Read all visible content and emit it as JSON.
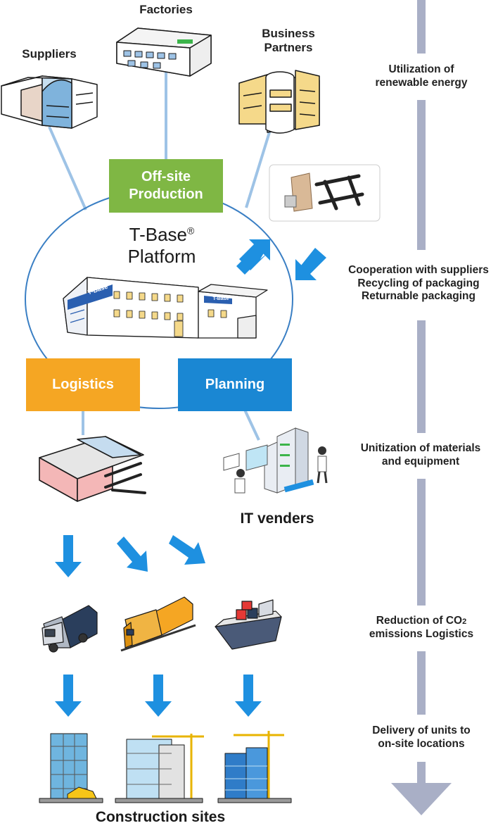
{
  "nodes": {
    "factories": "Factories",
    "suppliers": "Suppliers",
    "partners_line1": "Business",
    "partners_line2": "Partners",
    "offsite_line1": "Off-site",
    "offsite_line2": "Production",
    "platform_line1": "T-Base",
    "platform_reg": "®",
    "platform_line2": "Platform",
    "logistics": "Logistics",
    "planning": "Planning",
    "it_venders": "IT venders",
    "construction_sites": "Construction sites"
  },
  "sidebar": {
    "s1_line1": "Utilization of",
    "s1_line2": "renewable energy",
    "s2_line1": "Cooperation with suppliers",
    "s2_line2": "Recycling of packaging",
    "s2_line3": "Returnable packaging",
    "s3_line1": "Unitization of materials",
    "s3_line2": "and equipment",
    "s4_line1a": "Reduction of CO",
    "s4_sub": "2",
    "s4_line2": "emissions Logistics",
    "s5_line1": "Delivery of units to",
    "s5_line2": "on-site locations"
  },
  "building_signs": {
    "sign_large": "T-Base",
    "sign_small": "T-Base"
  },
  "colors": {
    "green": "#7fb744",
    "orange": "#f5a623",
    "blue": "#1a87d3",
    "arrow_blue": "#1e90e0",
    "sidebar_bar": "#a9afc6",
    "connector": "#9ec3e6"
  }
}
